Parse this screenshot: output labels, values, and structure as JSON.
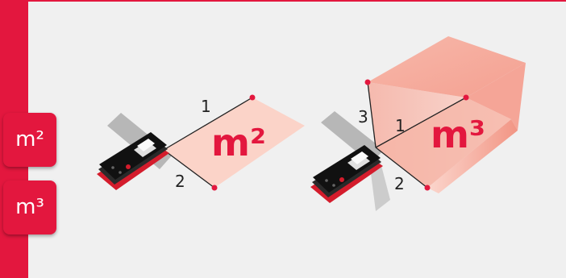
{
  "sidebar": {
    "buttons": [
      {
        "label": "m²",
        "mode": "area"
      },
      {
        "label": "m³",
        "mode": "volume"
      }
    ]
  },
  "area_diagram": {
    "unit_label": "m²",
    "side_labels": [
      "1",
      "2"
    ]
  },
  "volume_diagram": {
    "unit_label": "m³",
    "side_labels": [
      "1",
      "2",
      "3"
    ]
  },
  "colors": {
    "accent": "#e3173e",
    "background": "#f0f0f0",
    "area_fill": "#fbd3c8",
    "volume_fill": "#f5a597"
  }
}
